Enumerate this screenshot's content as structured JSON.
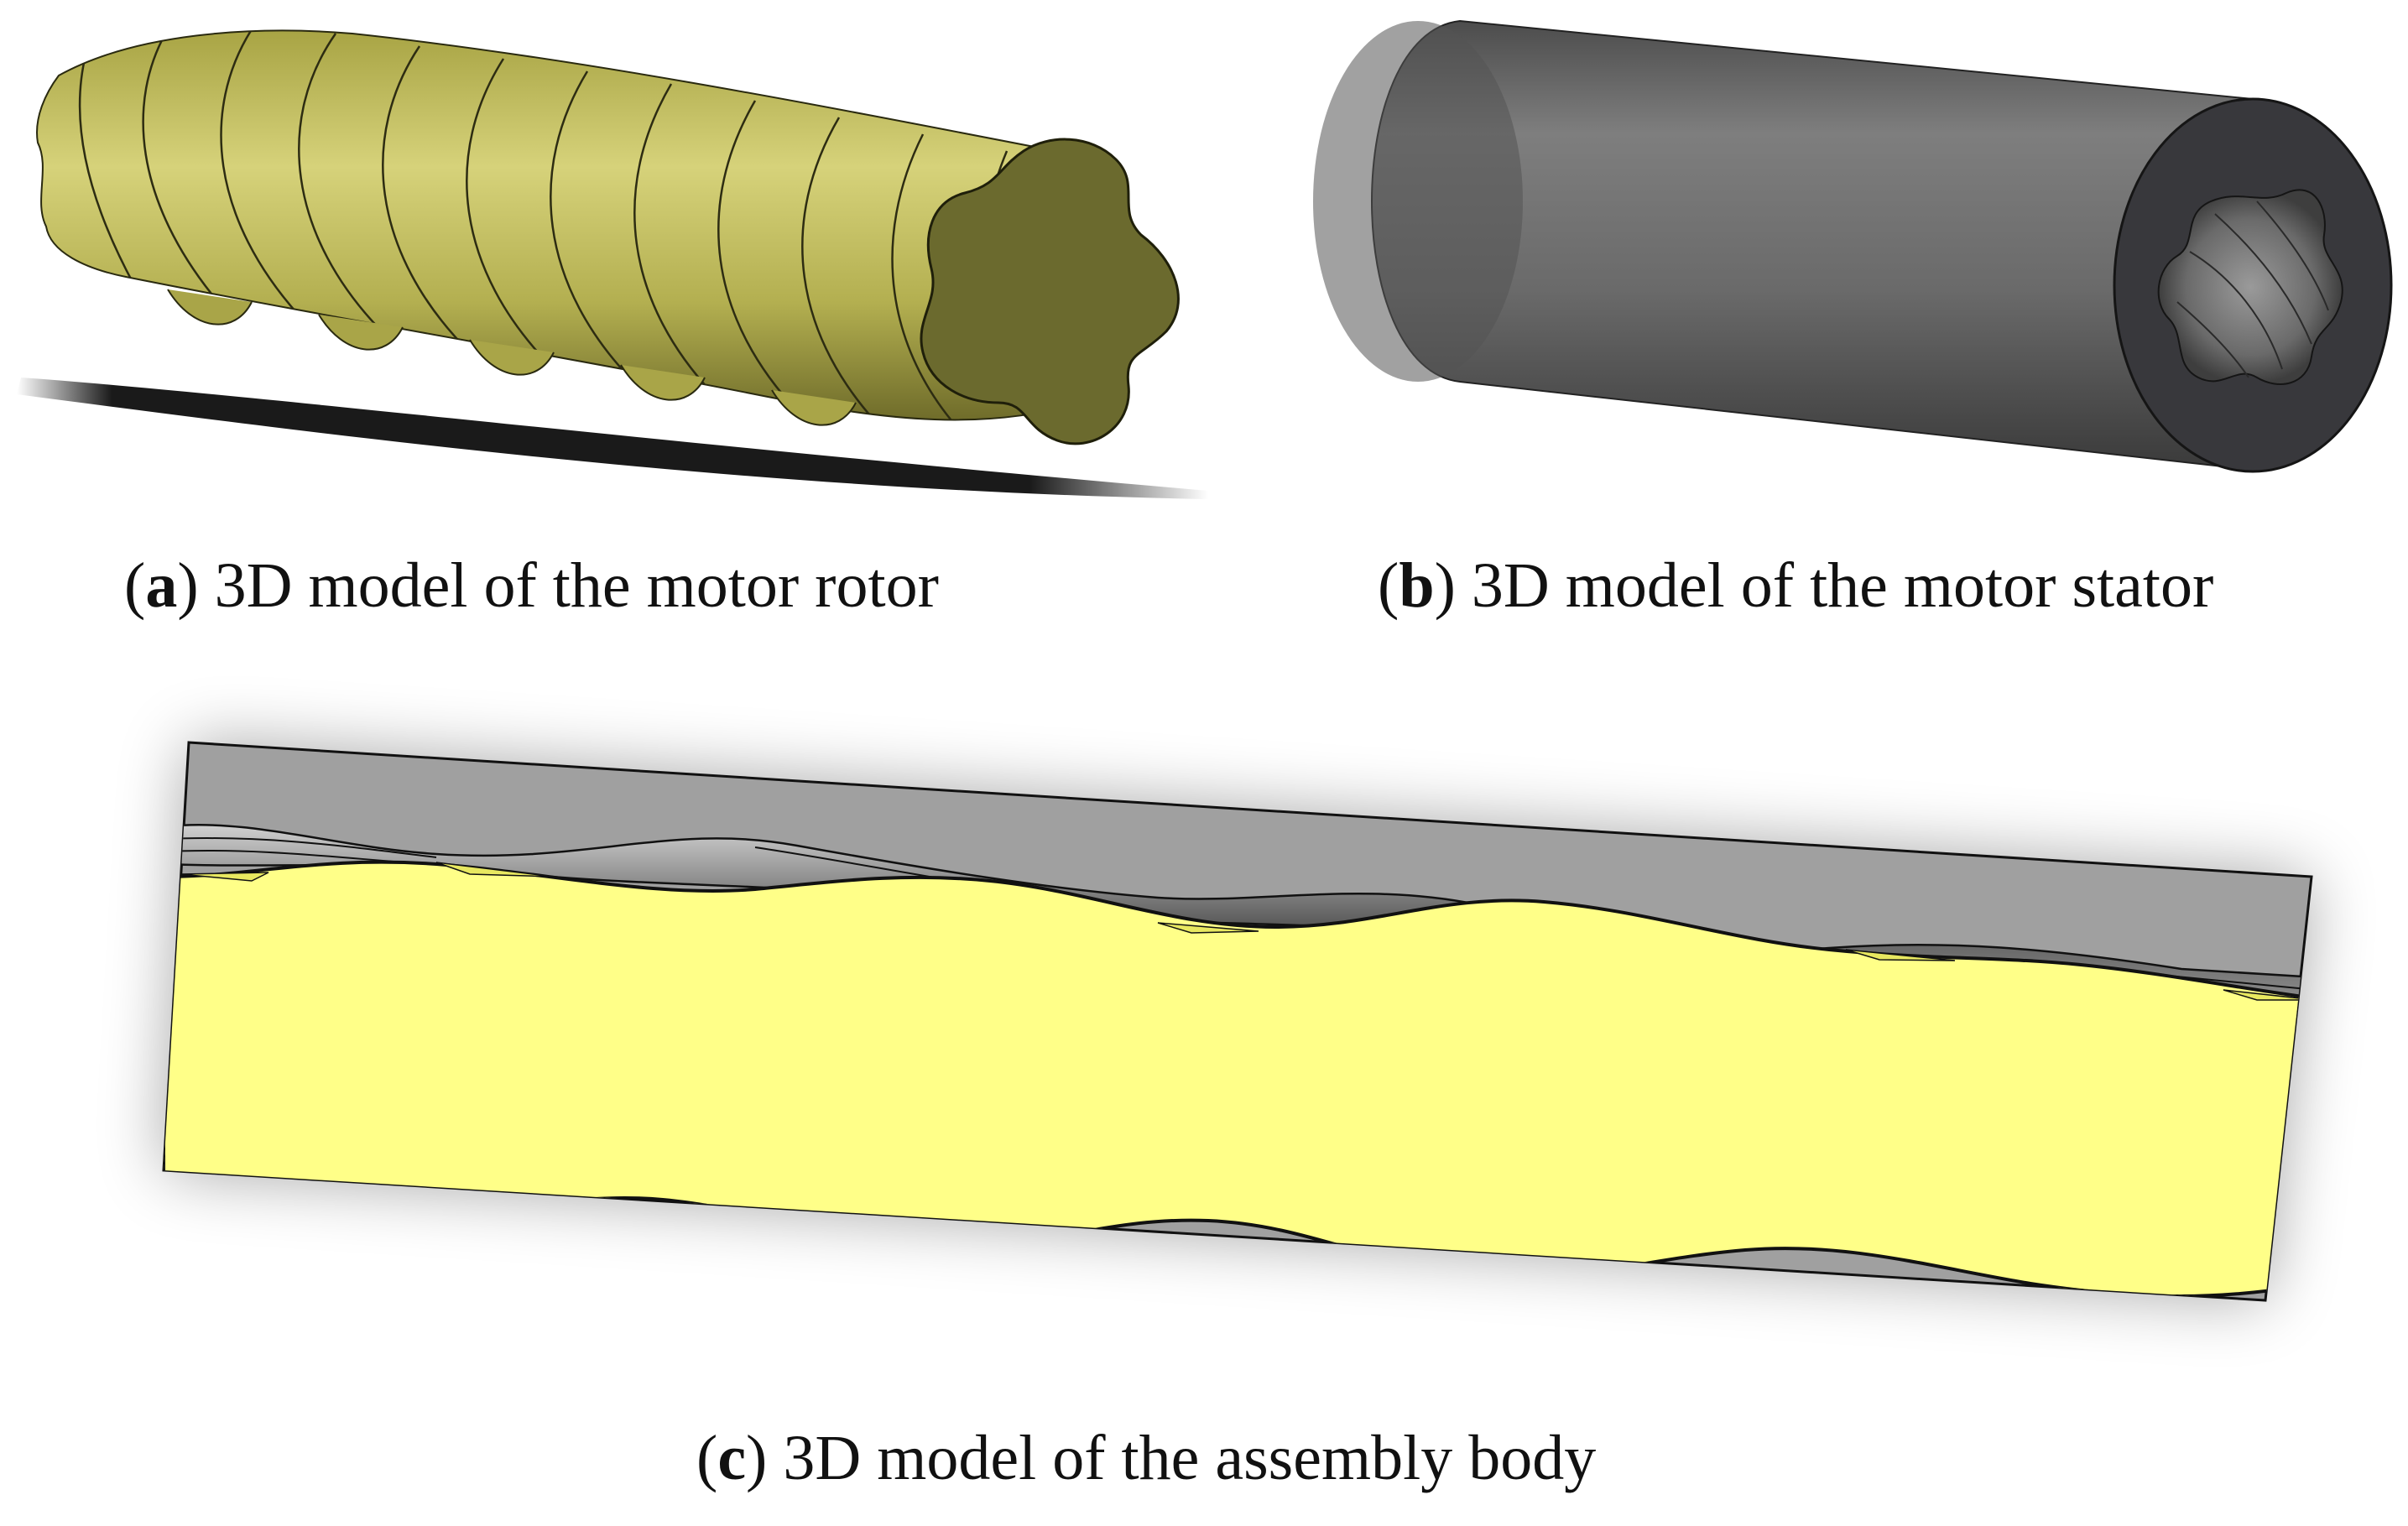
{
  "panels": {
    "a": {
      "letter": "a",
      "caption": "3D model of the motor rotor",
      "rotor_color": "#b9b552",
      "rotor_face_color": "#6b6a2e"
    },
    "b": {
      "letter": "b",
      "caption": "3D model of the motor stator",
      "stator_color": "#6e6e6e",
      "stator_end_color": "#38383c"
    },
    "c": {
      "letter": "c",
      "caption": "3D model of the assembly body",
      "body_color": "#a0a0a0",
      "rotor_section_color": "#ffff88"
    }
  }
}
